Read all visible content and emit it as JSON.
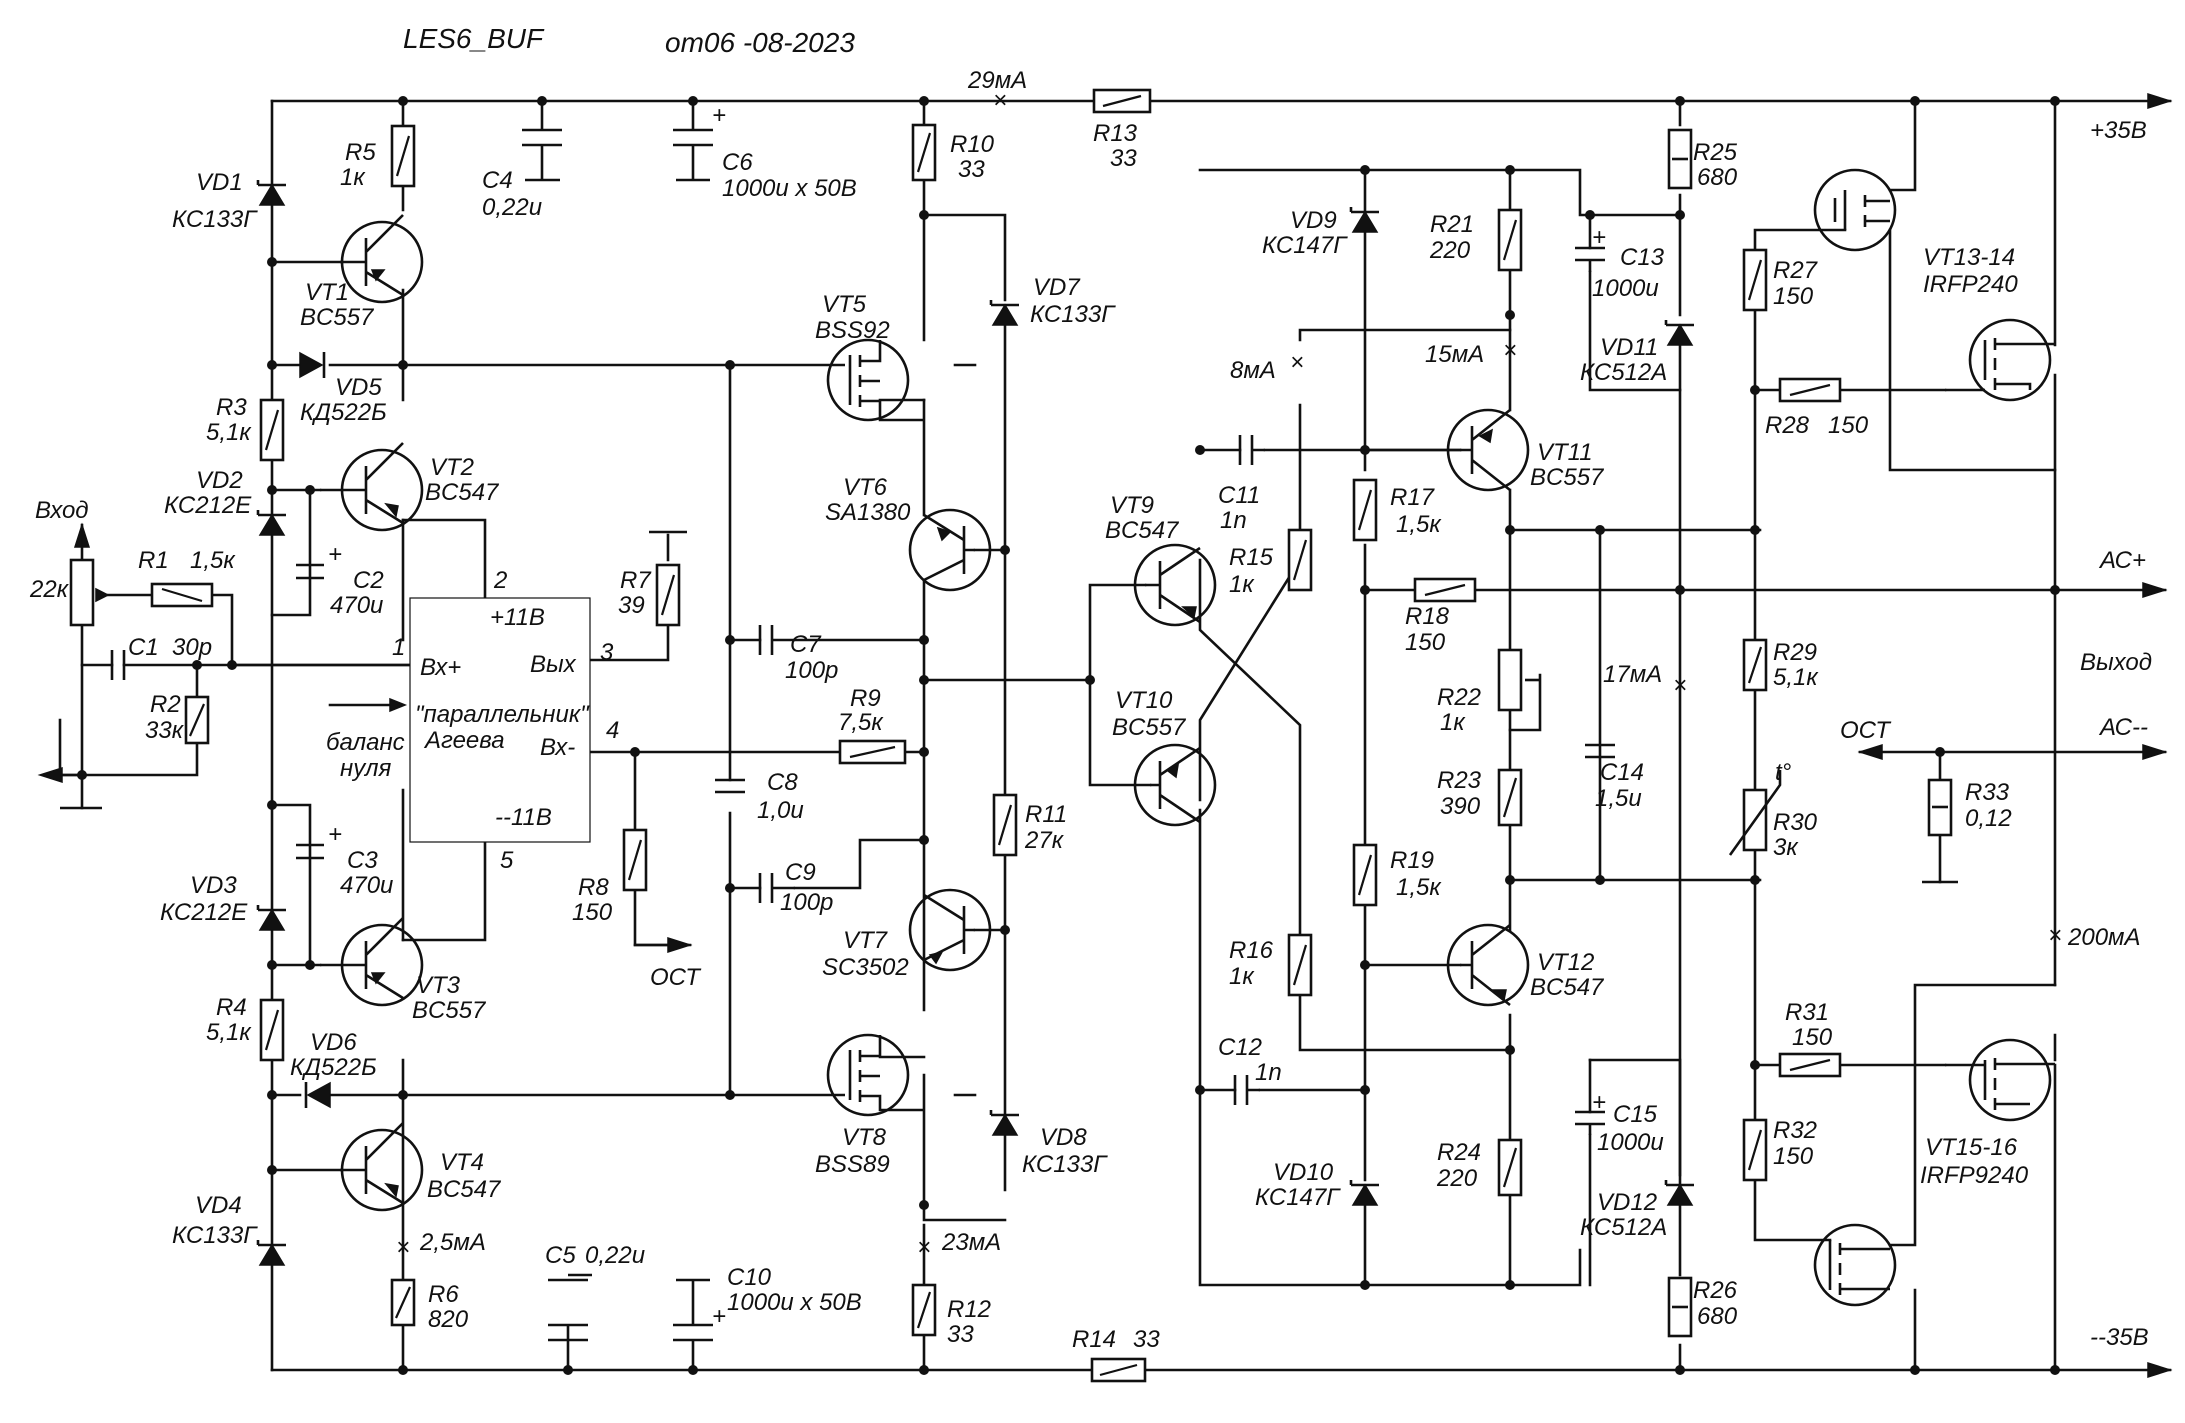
{
  "title": "LES6_BUF",
  "date": "от06 -08-2023",
  "rails": {
    "pos": "+35В",
    "neg": "--35В"
  },
  "io": {
    "input": "Вход",
    "output": "Выход",
    "ac_plus": "АС+",
    "ac_minus": "АС--",
    "ground": "ОСТ",
    "ground2": "ОСТ"
  },
  "opamp": {
    "name": "\"параллельник\"",
    "name2": "Агеева",
    "pin_in_plus": "Вх+",
    "pin_in_minus": "Вх-",
    "pin_out": "Вых",
    "supply_pos": "+11В",
    "supply_neg": "--11В",
    "pin1": "1",
    "pin2": "2",
    "pin3": "3",
    "pin4": "4",
    "pin5": "5",
    "balance": "баланс",
    "balance2": "нуля"
  },
  "currents": {
    "i29": "29мА",
    "i8": "8мА",
    "i15": "15мА",
    "i17": "17мА",
    "i200": "200мА",
    "i23": "23мА",
    "i25": "2,5мА"
  },
  "therm_symbol": "t°",
  "p_pot": {
    "value": "22к"
  },
  "r1": {
    "ref": "R1",
    "value": "1,5к"
  },
  "r2": {
    "ref": "R2",
    "value": "33к"
  },
  "r3": {
    "ref": "R3",
    "value": "5,1к"
  },
  "r4": {
    "ref": "R4",
    "value": "5,1к"
  },
  "r5": {
    "ref": "R5",
    "value": "1к"
  },
  "r6": {
    "ref": "R6",
    "value": "820"
  },
  "r7": {
    "ref": "R7",
    "value": "39"
  },
  "r8": {
    "ref": "R8",
    "value": "150"
  },
  "r9": {
    "ref": "R9",
    "value": "7,5к"
  },
  "r10": {
    "ref": "R10",
    "value": "33"
  },
  "r11": {
    "ref": "R11",
    "value": "27к"
  },
  "r12": {
    "ref": "R12",
    "value": "33"
  },
  "r13": {
    "ref": "R13",
    "value": "33"
  },
  "r14": {
    "ref": "R14",
    "value": "33"
  },
  "r15": {
    "ref": "R15",
    "value": "1к"
  },
  "r16": {
    "ref": "R16",
    "value": "1к"
  },
  "r17": {
    "ref": "R17",
    "value": "1,5к"
  },
  "r18": {
    "ref": "R18",
    "value": "150"
  },
  "r19": {
    "ref": "R19",
    "value": "1,5к"
  },
  "r21": {
    "ref": "R21",
    "value": "220"
  },
  "r22": {
    "ref": "R22",
    "value": "1к"
  },
  "r23": {
    "ref": "R23",
    "value": "390"
  },
  "r24": {
    "ref": "R24",
    "value": "220"
  },
  "r25": {
    "ref": "R25",
    "value": "680"
  },
  "r26": {
    "ref": "R26",
    "value": "680"
  },
  "r27": {
    "ref": "R27",
    "value": "150"
  },
  "r28": {
    "ref": "R28",
    "value": "150"
  },
  "r29": {
    "ref": "R29",
    "value": "5,1к"
  },
  "r30": {
    "ref": "R30",
    "value": "3к"
  },
  "r31": {
    "ref": "R31",
    "value": "150"
  },
  "r32": {
    "ref": "R32",
    "value": "150"
  },
  "r33": {
    "ref": "R33",
    "value": "0,12"
  },
  "c1": {
    "ref": "C1",
    "value": "30p"
  },
  "c2": {
    "ref": "C2",
    "value": "470u"
  },
  "c3": {
    "ref": "C3",
    "value": "470u"
  },
  "c4": {
    "ref": "C4",
    "value": "0,22u"
  },
  "c5": {
    "ref": "C5",
    "value": "0,22u"
  },
  "c6": {
    "ref": "C6",
    "value": "1000u x 50В"
  },
  "c7": {
    "ref": "C7",
    "value": "100p"
  },
  "c8": {
    "ref": "C8",
    "value": "1,0u"
  },
  "c9": {
    "ref": "C9",
    "value": "100p"
  },
  "c10": {
    "ref": "C10",
    "value": "1000u x 50В"
  },
  "c11": {
    "ref": "C11",
    "value": "1n"
  },
  "c12": {
    "ref": "C12",
    "value": "1n"
  },
  "c13": {
    "ref": "C13",
    "value": "1000u"
  },
  "c14": {
    "ref": "C14",
    "value": "1,5u"
  },
  "c15": {
    "ref": "C15",
    "value": "1000u"
  },
  "vd1": {
    "ref": "VD1",
    "value": "КС133Г"
  },
  "vd2": {
    "ref": "VD2",
    "value": "КС212Е"
  },
  "vd3": {
    "ref": "VD3",
    "value": "КС212Е"
  },
  "vd4": {
    "ref": "VD4",
    "value": "КС133Г"
  },
  "vd5": {
    "ref": "VD5",
    "value": "КД522Б"
  },
  "vd6": {
    "ref": "VD6",
    "value": "КД522Б"
  },
  "vd7": {
    "ref": "VD7",
    "value": "КС133Г"
  },
  "vd8": {
    "ref": "VD8",
    "value": "КС133Г"
  },
  "vd9": {
    "ref": "VD9",
    "value": "КС147Г"
  },
  "vd10": {
    "ref": "VD10",
    "value": "КС147Г"
  },
  "vd11": {
    "ref": "VD11",
    "value": "КС512А"
  },
  "vd12": {
    "ref": "VD12",
    "value": "КС512А"
  },
  "vt1": {
    "ref": "VT1",
    "value": "BC557"
  },
  "vt2": {
    "ref": "VT2",
    "value": "BC547"
  },
  "vt3": {
    "ref": "VT3",
    "value": "BC557"
  },
  "vt4": {
    "ref": "VT4",
    "value": "BC547"
  },
  "vt5": {
    "ref": "VT5",
    "value": "BSS92"
  },
  "vt6": {
    "ref": "VT6",
    "value": "SA1380"
  },
  "vt7": {
    "ref": "VT7",
    "value": "SC3502"
  },
  "vt8": {
    "ref": "VT8",
    "value": "BSS89"
  },
  "vt9": {
    "ref": "VT9",
    "value": "BC547"
  },
  "vt10": {
    "ref": "VT10",
    "value": "BC557"
  },
  "vt11": {
    "ref": "VT11",
    "value": "BC557"
  },
  "vt12": {
    "ref": "VT12",
    "value": "BC547"
  },
  "vt13": {
    "ref": "VT13-14",
    "value": "IRFP240"
  },
  "vt15": {
    "ref": "VT15-16",
    "value": "IRFP9240"
  }
}
